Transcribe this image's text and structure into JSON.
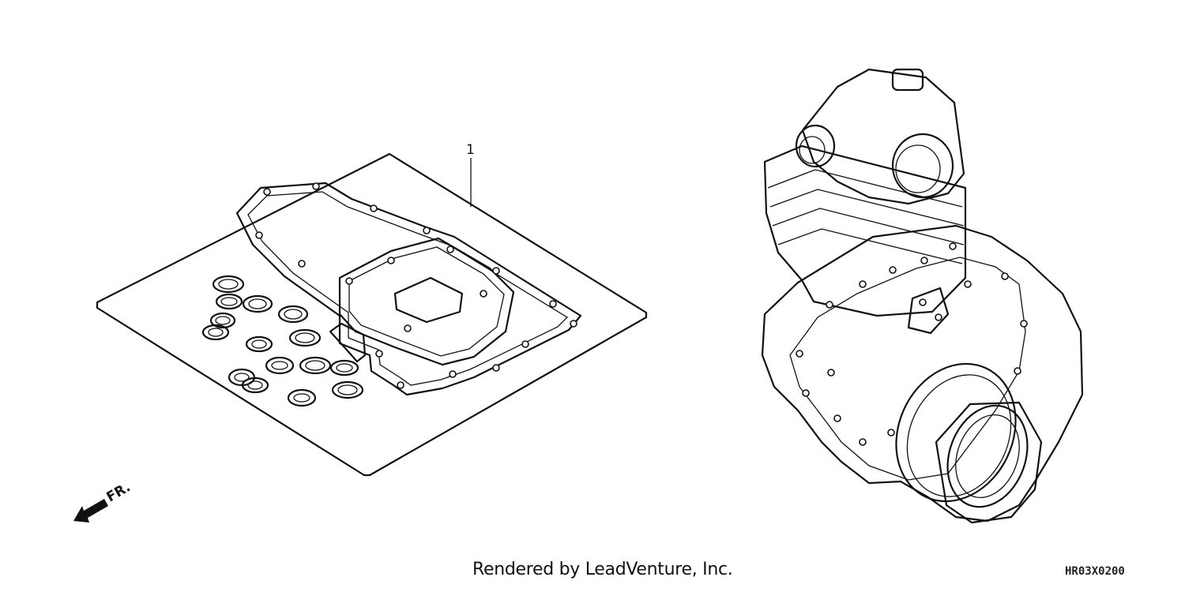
{
  "diagram": {
    "callouts": [
      {
        "id": "part-1",
        "label": "1"
      }
    ],
    "direction_label": "FR.",
    "credit": "Rendered by LeadVenture, Inc.",
    "figure_code": "HR03X0200",
    "line_color": "#111111",
    "background_color": "#ffffff"
  }
}
